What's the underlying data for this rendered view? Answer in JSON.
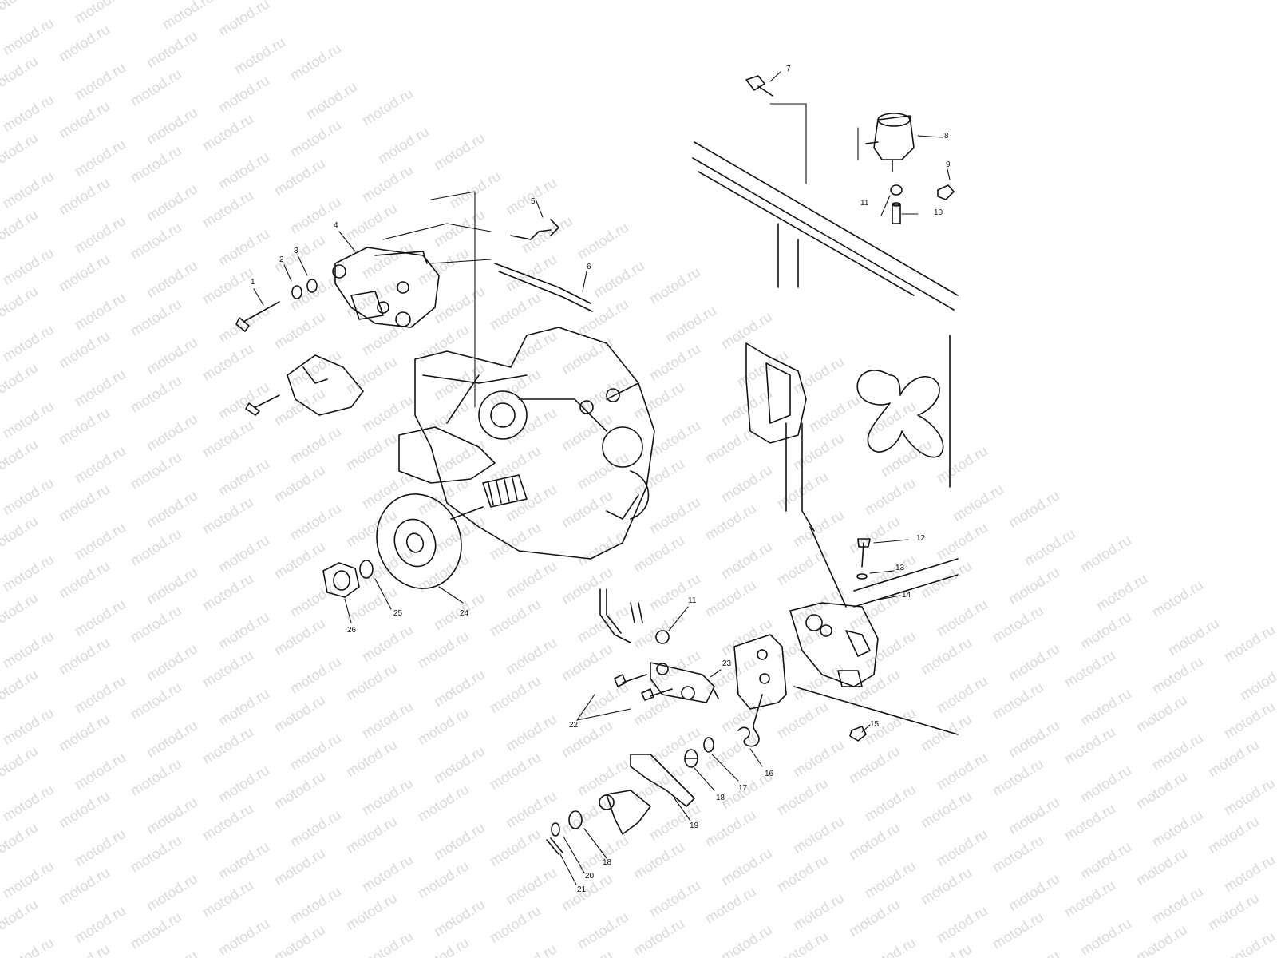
{
  "watermark": {
    "text": "motod.ru"
  },
  "callouts": [
    "1",
    "2",
    "3",
    "4",
    "5",
    "6",
    "7",
    "8",
    "9",
    "10",
    "11",
    "11",
    "12",
    "13",
    "14",
    "15",
    "16",
    "17",
    "18",
    "18",
    "19",
    "20",
    "21",
    "22",
    "23",
    "24",
    "25",
    "26"
  ],
  "colors": {
    "line": "#111111",
    "watermark": "#d9d9d9",
    "background": "#ffffff"
  }
}
